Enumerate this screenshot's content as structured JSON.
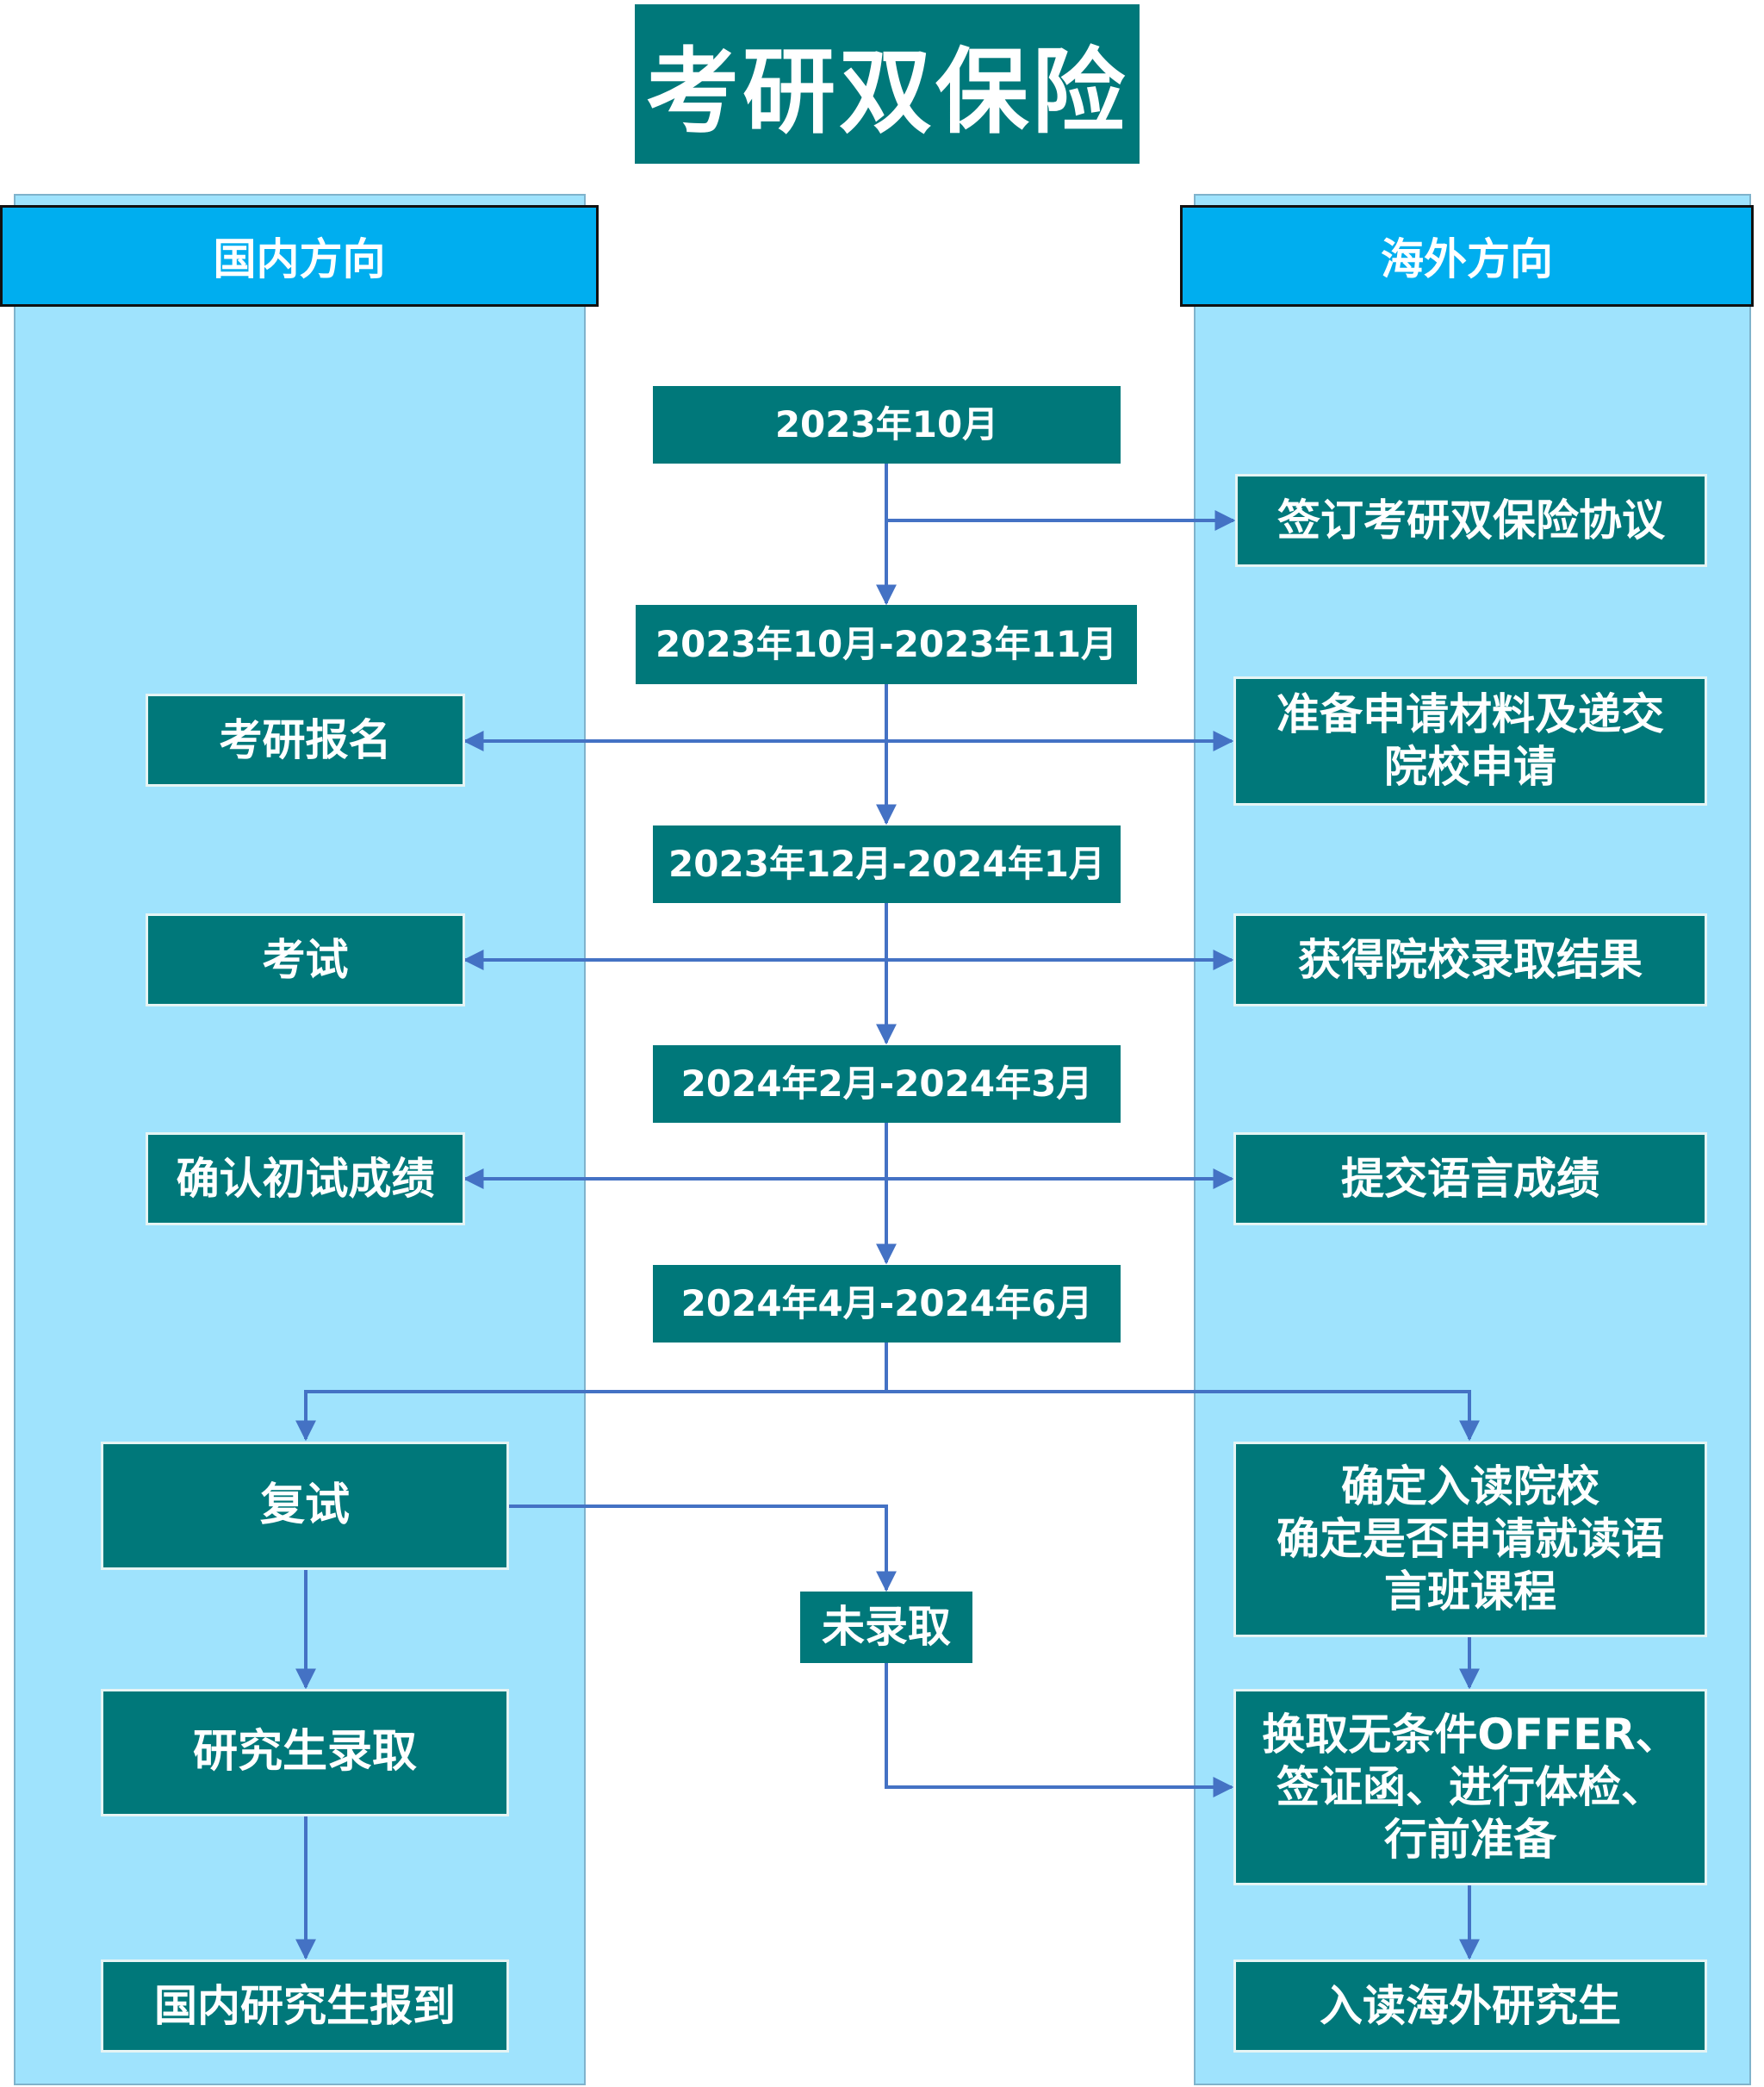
{
  "title": "考研双保险",
  "lanes": {
    "domestic": "国内方向",
    "overseas": "海外方向"
  },
  "timeline": [
    "2023年10月",
    "2023年10月-2023年11月",
    "2023年12月-2024年1月",
    "2024年2月-2024年3月",
    "2024年4月-2024年6月"
  ],
  "domestic_steps": [
    "考研报名",
    "考试",
    "确认初试成绩",
    "复试",
    "研究生录取",
    "国内研究生报到"
  ],
  "overseas_steps": [
    "签订考研双保险协议",
    "准备申请材料及递交\n院校申请",
    "获得院校录取结果",
    "提交语言成绩",
    "确定入读院校\n确定是否申请就读语\n言班课程",
    "换取无条件OFFER、\n签证函、进行体检、\n行前准备",
    "入读海外研究生"
  ],
  "not_admitted": "未录取",
  "colors": {
    "box_fill": "#00787A",
    "lane_fill": "#9FE3FD",
    "lane_header": "#00AEEF",
    "arrow": "#4472C4"
  }
}
